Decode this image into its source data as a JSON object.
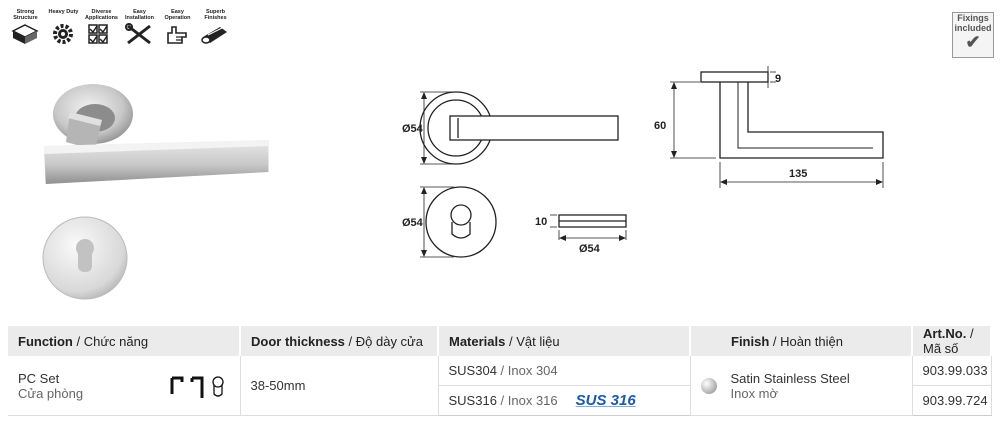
{
  "features": [
    {
      "name": "Strong Structure",
      "icon": "cube-icon"
    },
    {
      "name": "Heavy Duty",
      "icon": "gear-icon"
    },
    {
      "name": "Diverse Applications",
      "icon": "checklist-icon"
    },
    {
      "name": "Easy Installation",
      "icon": "tools-icon"
    },
    {
      "name": "Easy Operation",
      "icon": "hand-icon"
    },
    {
      "name": "Superb Finishes",
      "icon": "tube-icon"
    }
  ],
  "fixings": {
    "line1": "Fixings",
    "line2": "included"
  },
  "dimensions": {
    "rose_diameter": "Ø54",
    "escutcheon_diameter": "Ø54",
    "escutcheon_side_diameter": "Ø54",
    "escutcheon_thickness": "10",
    "rose_thickness": "9",
    "lever_height": "60",
    "lever_length": "135"
  },
  "table": {
    "headers": {
      "function_en": "Function",
      "function_vi": " / Chức năng",
      "door_en": "Door thickness",
      "door_vi": " / Độ dày cửa",
      "materials_en": "Materials",
      "materials_vi": " / Vật liệu",
      "finish_en": "Finish",
      "finish_vi": " / Hoàn thiện",
      "artno_en": "Art.No.",
      "artno_vi": " / Mã số"
    },
    "function_en": "PC Set",
    "function_vi": "Cửa phòng",
    "door_thickness": "38-50mm",
    "material1_en": "SUS304",
    "material1_vi": " / Inox 304",
    "material2_en": "SUS316",
    "material2_vi": " / Inox 316",
    "sus_logo": "SUS 316",
    "finish_en": "Satin Stainless Steel",
    "finish_vi": "Inox mờ",
    "artno1": "903.99.033",
    "artno2": "903.99.724"
  }
}
